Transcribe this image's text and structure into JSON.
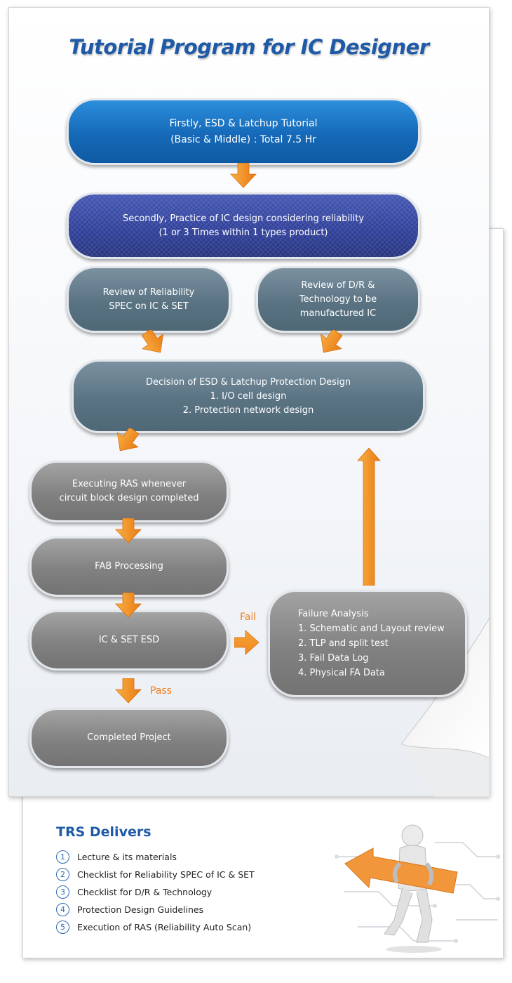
{
  "title": "Tutorial Program for IC Designer",
  "nodes": {
    "tutorial": "Firstly, ESD & Latchup Tutorial\n(Basic & Middle) : Total 7.5 Hr",
    "practice": "Secondly, Practice of IC design considering reliability\n(1 or 3 Times within 1 types product)",
    "review_reliability": "Review of Reliability\nSPEC on IC & SET",
    "review_dr": "Review of D/R &\nTechnology to be\nmanufactured IC",
    "decision": "Decision of ESD & Latchup Protection Design\n1. I/O cell design\n2. Protection network design",
    "executing_ras": "Executing RAS whenever\ncircuit block design completed",
    "fab": "FAB Processing",
    "esd": "IC & SET ESD",
    "completed": "Completed Project",
    "failure_analysis": "Failure Analysis\n1. Schematic and Layout review\n2. TLP and split test\n3. Fail Data Log\n4. Physical FA Data"
  },
  "labels": {
    "fail": "Fail",
    "pass": "Pass"
  },
  "delivers": {
    "title": "TRS Delivers",
    "items": [
      {
        "num": "1",
        "text": "Lecture & its materials"
      },
      {
        "num": "2",
        "text": "Checklist for Reliability SPEC of IC & SET"
      },
      {
        "num": "3",
        "text": "Checklist for D/R & Technology"
      },
      {
        "num": "4",
        "text": "Protection Design Guidelines"
      },
      {
        "num": "5",
        "text": "Execution of RAS (Reliability Auto Scan)"
      }
    ]
  },
  "colors": {
    "accent": "#1f5aa6",
    "arrow": "#f39221",
    "label": "#ee7d1c"
  }
}
